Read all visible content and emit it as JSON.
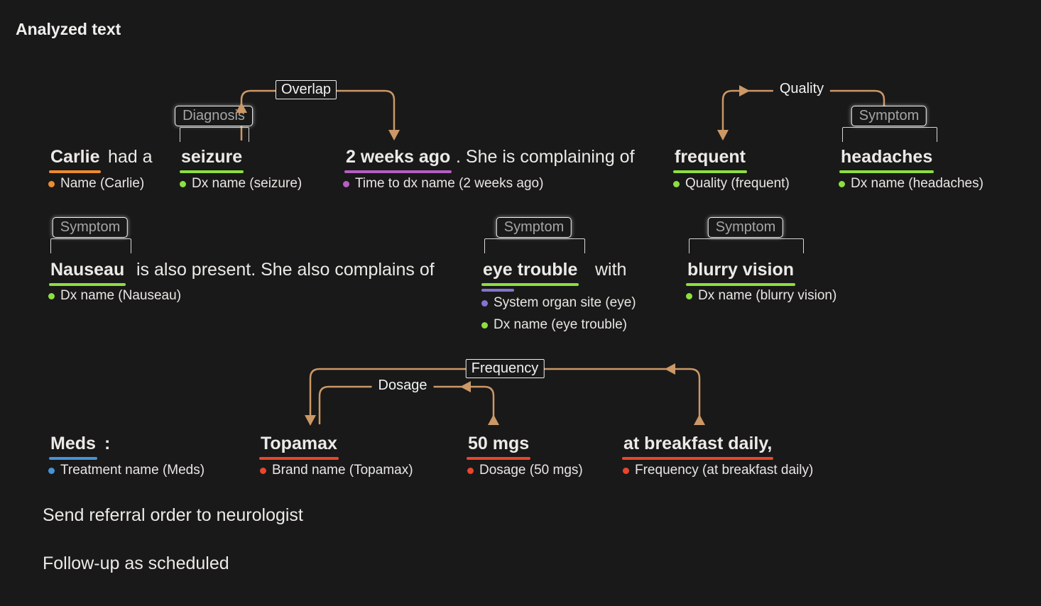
{
  "title": "Analyzed text",
  "colors": {
    "background": "#191919",
    "arc": "#cc9866",
    "name_orange": "#ed8b2f",
    "dx_green": "#8ddf3f",
    "time_purple": "#b55fc2",
    "organ_purple": "#8274d2",
    "treatment_blue": "#4593d8",
    "med_red": "#e8472b"
  },
  "labels": {
    "overlap": "Overlap",
    "diagnosis": "Diagnosis",
    "quality": "Quality",
    "symptom": "Symptom",
    "frequency": "Frequency",
    "dosage": "Dosage"
  },
  "sentence1": {
    "carlie": "Carlie",
    "had_a": "had a",
    "seizure": "seizure",
    "two_weeks": "2 weeks ago",
    "complaining": ". She is complaining of",
    "frequent": "frequent",
    "headaches": "headaches",
    "tag_carlie": "Name (Carlie)",
    "tag_seizure": "Dx name (seizure)",
    "tag_two_weeks": "Time to dx name (2 weeks ago)",
    "tag_frequent": "Quality (frequent)",
    "tag_headaches": "Dx name (headaches)"
  },
  "sentence2": {
    "nauseau": "Nauseau",
    "present": "is also present. She also complains of",
    "eye_trouble": "eye trouble",
    "with": "with",
    "blurry": "blurry vision",
    "tag_nauseau": "Dx name (Nauseau)",
    "tag_organ": "System organ site (eye)",
    "tag_eye_trouble": "Dx name (eye trouble)",
    "tag_blurry": "Dx name (blurry vision)"
  },
  "sentence3": {
    "meds": "Meds",
    "colon": ":",
    "topamax": "Topamax",
    "dose": "50 mgs",
    "freq": "at breakfast daily,",
    "tag_meds": "Treatment name (Meds)",
    "tag_topamax": "Brand name (Topamax)",
    "tag_dose": "Dosage (50 mgs)",
    "tag_freq": "Frequency (at breakfast daily)"
  },
  "footer": {
    "line1": "Send referral order to neurologist",
    "line2": "Follow-up as scheduled"
  }
}
